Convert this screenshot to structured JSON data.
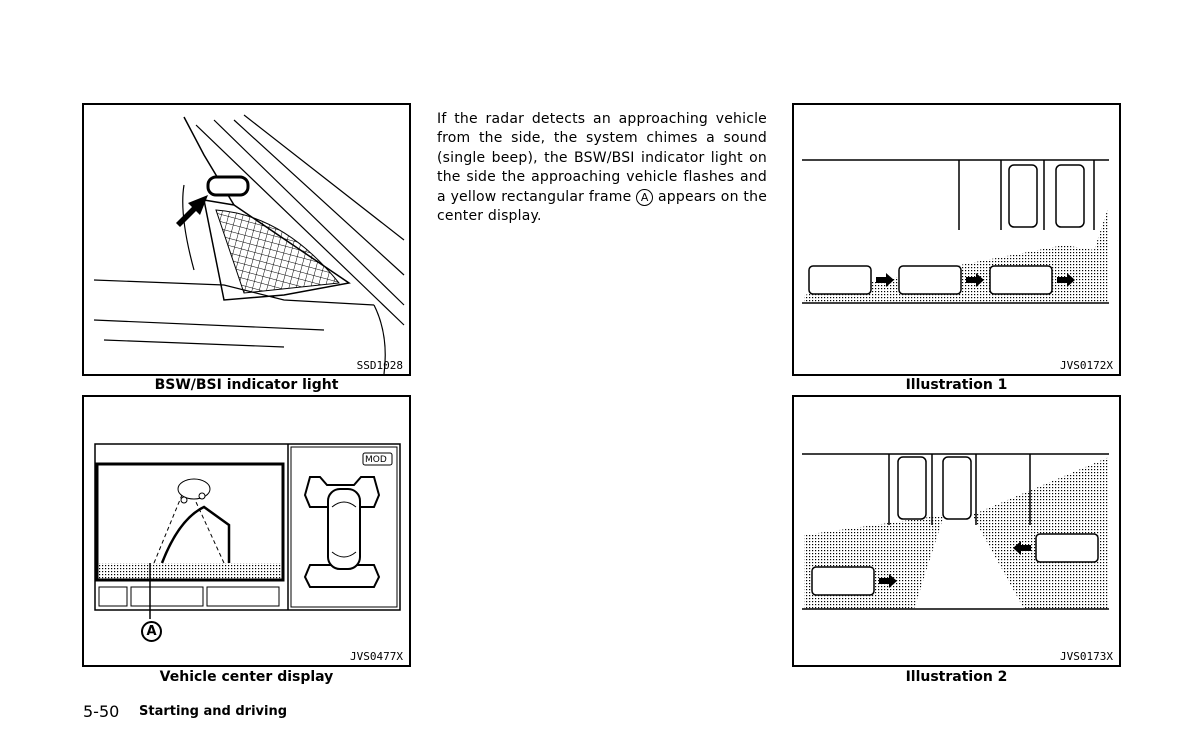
{
  "figures": {
    "indicator": {
      "code": "SSD1028",
      "caption": "BSW/BSI indicator light"
    },
    "display": {
      "code": "JVS0477X",
      "caption": "Vehicle center display",
      "mod_label": "MOD",
      "callout": "A"
    },
    "illus1": {
      "code": "JVS0172X",
      "caption": "Illustration 1"
    },
    "illus2": {
      "code": "JVS0173X",
      "caption": "Illustration 2"
    }
  },
  "body": {
    "text_before": "If the radar detects an approaching vehicle from the side, the system chimes a sound (single beep), the BSW/BSI indicator light on the side the approaching vehicle flashes and a yellow rectangular frame",
    "callout": "A",
    "text_after": "appears on the center display."
  },
  "footer": {
    "page_number": "5-50",
    "section": "Starting and driving"
  }
}
